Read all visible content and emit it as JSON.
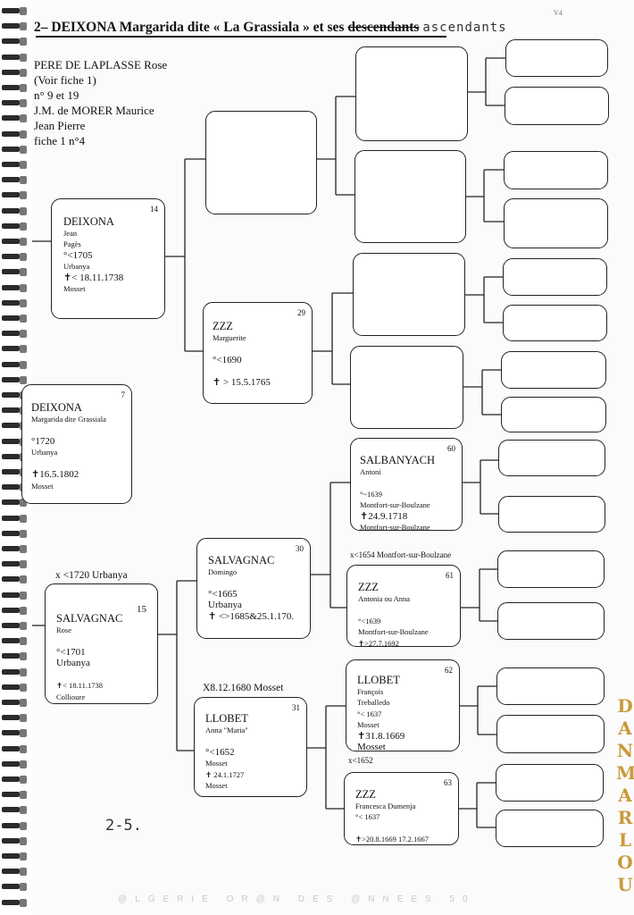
{
  "title": {
    "prefix": "2– DEIXONA Margarida dite « La Grassiala » et ses ",
    "struck": "descendants",
    "handwritten": "ascendants"
  },
  "corner_note": "V4",
  "notes": [
    "PERE DE LAPLASSE Rose",
    "(Voir fiche 1)",
    "n° 9 et 19",
    "J.M. de MORER Maurice",
    "Jean Pierre",
    "fiche 1 n°4"
  ],
  "persons": {
    "p7": {
      "num": "7",
      "lines": [
        "DEIXONA",
        "Margarida dite Grassiala",
        "",
        "°1720",
        "Urbanya",
        "",
        "✝16.5.1802",
        "Mosset"
      ]
    },
    "p14": {
      "num": "14",
      "lines": [
        "DEIXONA",
        "Jean",
        "Pagès",
        "°<1705",
        "Urbanya",
        "✝< 18.11.1738",
        "Mosset"
      ]
    },
    "p15": {
      "num": "15",
      "lines": [
        "SALVAGNAC",
        "Rose",
        "",
        "°<1701",
        "Urbanya",
        "",
        "✝< 18.11.1738",
        "Collioure"
      ]
    },
    "p29": {
      "num": "29",
      "lines": [
        "ZZZ",
        "Marguerite",
        "",
        "°<1690",
        "",
        "✝ > 15.5.1765"
      ]
    },
    "p30": {
      "num": "30",
      "lines": [
        "SALVAGNAC",
        "Domingo",
        "",
        "°<1665",
        "Urbanya",
        "✝ <>1685&25.1.170."
      ]
    },
    "p31": {
      "num": "31",
      "lines": [
        "LLOBET",
        "Anna \"Maria\"",
        "",
        "°<1652",
        "Mosset",
        "✝ 24.1.1727",
        "Mosset"
      ]
    },
    "p60": {
      "num": "60",
      "lines": [
        "SALBANYACH",
        "Antoni",
        "",
        "°~1639",
        "Montfort-sur-Boulzane",
        "✝24.9.1718",
        "Montfort-sur-Boulzane"
      ]
    },
    "p61": {
      "num": "61",
      "lines": [
        "ZZZ",
        "Antonia ou Anna",
        "",
        "°<1639",
        "Montfort-sur-Boulzane",
        "✝>27.7.1692"
      ]
    },
    "p62": {
      "num": "62",
      "lines": [
        "LLOBET",
        "François",
        "Treballedo",
        "°< 1637",
        "Mosset",
        "✝31.8.1669",
        "Mosset"
      ]
    },
    "p63": {
      "num": "63",
      "lines": [
        "ZZZ",
        "Francesca Dumenja",
        "°< 1637",
        "",
        "✝>20.8.1669 17.2.1667"
      ]
    }
  },
  "marriages": {
    "m_7": "x <1720 Urbanya",
    "m_15": "X8.12.1680 Mosset",
    "m_30": "x<1654 Montfort-sur-Boulzane",
    "m_31": "x<1652"
  },
  "scrawl": "2-5.",
  "watermark": "@LGERIE OR@N DES @NNEES 50",
  "stamp": "DANMARLOU"
}
